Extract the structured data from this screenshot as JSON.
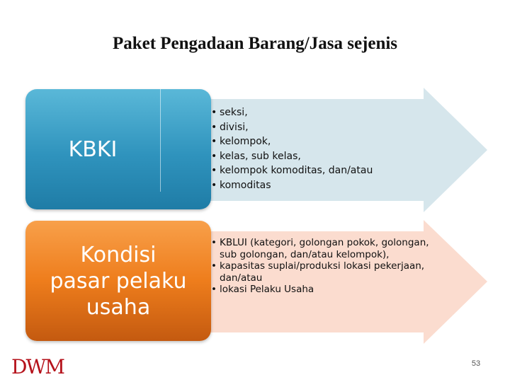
{
  "title": "Paket Pengadaan Barang/Jasa sejenis",
  "row1": {
    "label": "KBKI",
    "items": [
      "seksi,",
      "divisi,",
      "kelompok,",
      "kelas, sub kelas,",
      "kelompok komoditas, dan/atau",
      "komoditas"
    ]
  },
  "row2": {
    "label_lines": [
      "Kondisi",
      "pasar pelaku",
      "usaha"
    ],
    "items": [
      "KBLUI (kategori, golongan pokok, golongan, sub golongan, dan/atau kelompok),",
      "kapasitas suplai/produksi lokasi pekerjaan, dan/atau",
      "lokasi Pelaku Usaha"
    ]
  },
  "bullet": "•",
  "page_number": "53",
  "logo": {
    "text": "DWM"
  },
  "colors": {
    "arrow1_fill": "#d6e6ec",
    "arrow2_fill": "#fbdccf",
    "box1": "#2f93bd",
    "box2": "#ee7d1c",
    "logo_red": "#b5121b"
  }
}
